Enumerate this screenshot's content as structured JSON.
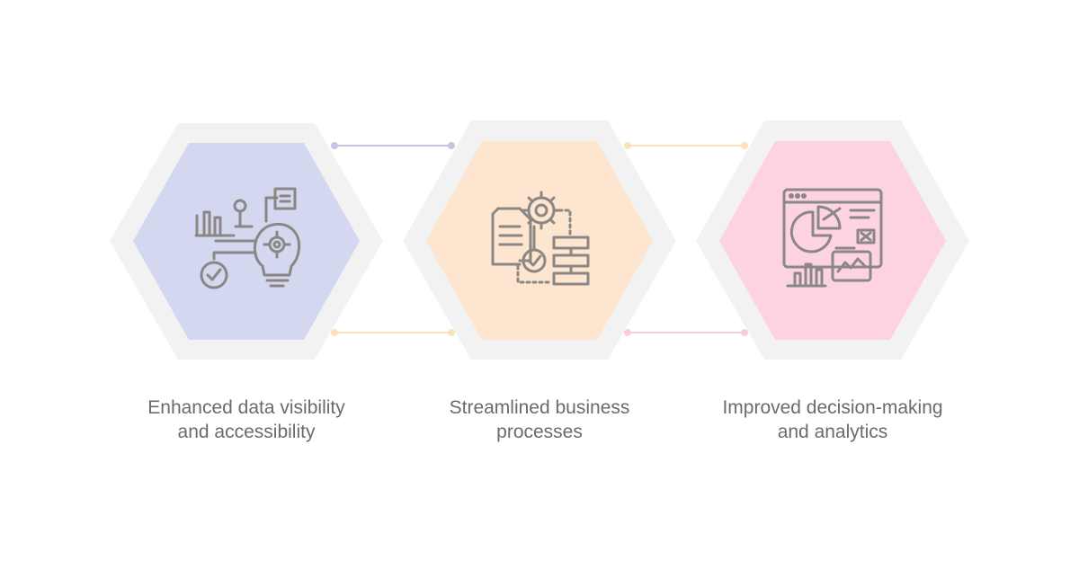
{
  "features": [
    {
      "id": "data-visibility",
      "icon": "lightbulb-gear-analytics-icon",
      "fill_color": "#d4d7f0",
      "connector_color": "#c3c6e2",
      "caption_lines": [
        "Enhanced data visibility",
        "and accessibility"
      ]
    },
    {
      "id": "business-processes",
      "icon": "document-gear-flowchart-icon",
      "fill_color": "#fde5cf",
      "connector_color": "#fbe1b8",
      "caption_lines": [
        "Streamlined business",
        "processes"
      ]
    },
    {
      "id": "decision-making",
      "icon": "dashboard-charts-icon",
      "fill_color": "#fdd3e2",
      "connector_color": "#f9cddd",
      "caption_lines": [
        "Improved decision-making",
        "and analytics"
      ]
    }
  ],
  "colors": {
    "hex_outer": "#f2f2f2",
    "icon_stroke": "#8a8785",
    "caption_text": "#6b6b6b",
    "background": "#ffffff"
  }
}
